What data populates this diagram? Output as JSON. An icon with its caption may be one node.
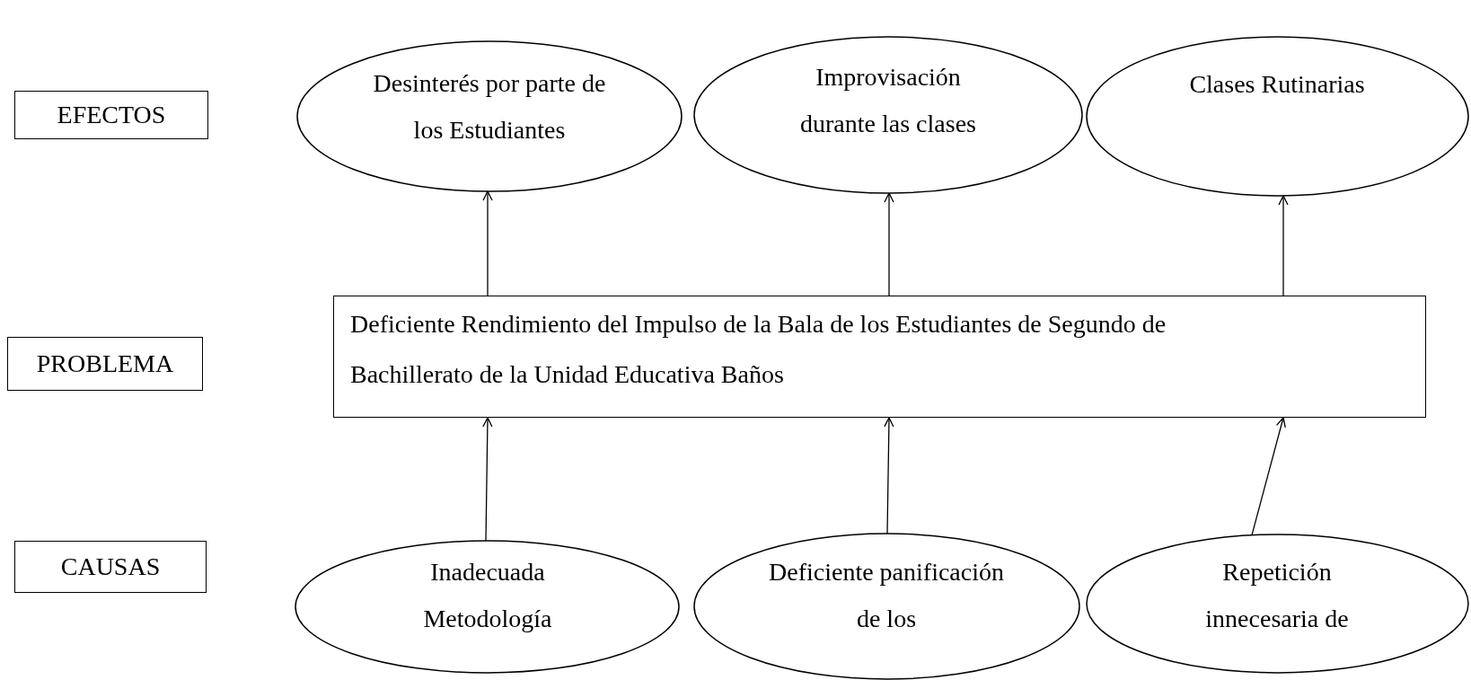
{
  "diagram": {
    "nodes": [
      {
        "text": [
          "EFECTOS"
        ]
      },
      {
        "text": [
          "PROBLEMA"
        ]
      },
      {
        "text": [
          "CAUSAS"
        ]
      },
      {
        "text": [
          "Desinterés por parte de los Estudiantes"
        ]
      },
      {
        "text": [
          "Improvisación durante las clases"
        ]
      },
      {
        "text": [
          "Clases Rutinarias"
        ]
      },
      {
        "text": [
          "Deficiente Rendimiento del Impulso de la Bala de los Estudiantes de Segundo de Bachillerato de la Unidad Educativa Baños"
        ]
      },
      {
        "text": [
          "Inadecuada Metodología"
        ]
      },
      {
        "text": [
          "Deficiente panificación de los"
        ]
      },
      {
        "text": [
          "Repetición innecesaria de"
        ]
      }
    ],
    "edges": [
      {
        "from": 6,
        "to": 3,
        "arrow": "to"
      },
      {
        "from": 6,
        "to": 4,
        "arrow": "to"
      },
      {
        "from": 6,
        "to": 5,
        "arrow": "to"
      },
      {
        "from": 7,
        "to": 6,
        "arrow": "to"
      },
      {
        "from": 8,
        "to": 6,
        "arrow": "to"
      },
      {
        "from": 9,
        "to": 6,
        "arrow": "to"
      }
    ]
  }
}
